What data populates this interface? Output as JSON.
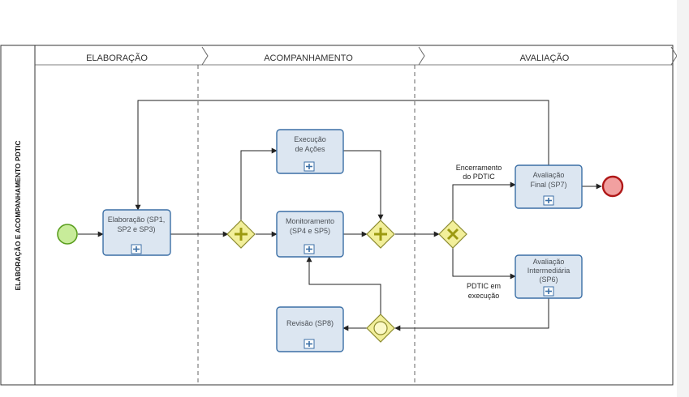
{
  "pool": {
    "label": "ELABORAÇÃO E ACOMPANHAMENTO PDTIC"
  },
  "phases": [
    {
      "label": "ELABORAÇÃO"
    },
    {
      "label": "ACOMPANHAMENTO"
    },
    {
      "label": "AVALIAÇÃO"
    }
  ],
  "tasks": {
    "elaboracao": [
      "Elaboração (SP1,",
      "SP2 e SP3)"
    ],
    "execucao": [
      "Execução",
      "de Ações"
    ],
    "monitoramento": [
      "Monitoramento",
      "(SP4 e SP5)"
    ],
    "revisao": [
      "Revisão (SP8)"
    ],
    "avaliacao_final": [
      "Avaliação",
      "Final (SP7)"
    ],
    "avaliacao_intermediaria": [
      "Avaliação",
      "Intermediária",
      "(SP6)"
    ]
  },
  "flow_labels": {
    "encerramento": [
      "Encerramento",
      "do PDTIC"
    ],
    "em_execucao": [
      "PDTIC em",
      "execução"
    ]
  },
  "colors": {
    "task_fill": "#dce6f1",
    "task_stroke": "#3b6fa6",
    "gateway_fill": "#f2ef9a",
    "start_fill": "#c8ec9a",
    "start_stroke": "#5a9e1e",
    "end_fill": "#f1a0a0",
    "end_stroke": "#b01818"
  }
}
